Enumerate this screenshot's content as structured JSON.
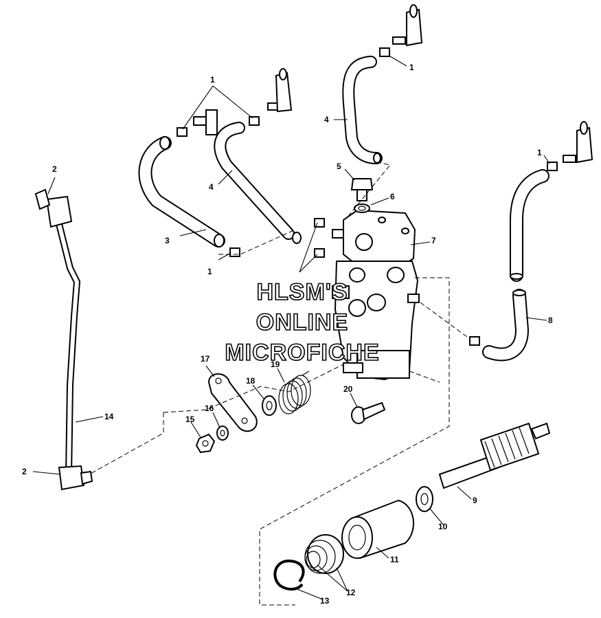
{
  "callouts": {
    "c1a": "1",
    "c1b": "1",
    "c1c": "1",
    "c1d": "1",
    "c2a": "2",
    "c2b": "2",
    "c3": "3",
    "c4a": "4",
    "c4b": "4",
    "c5": "5",
    "c6": "6",
    "c7": "7",
    "c8": "8",
    "c9": "9",
    "c10": "10",
    "c11": "11",
    "c12": "12",
    "c13": "13",
    "c14": "14",
    "c15": "15",
    "c16": "16",
    "c17": "17",
    "c18": "18",
    "c19": "19",
    "c20": "20"
  },
  "watermark": {
    "line1": "HLSM'S",
    "line2": "ONLINE",
    "line3": "MICROFICHE"
  }
}
